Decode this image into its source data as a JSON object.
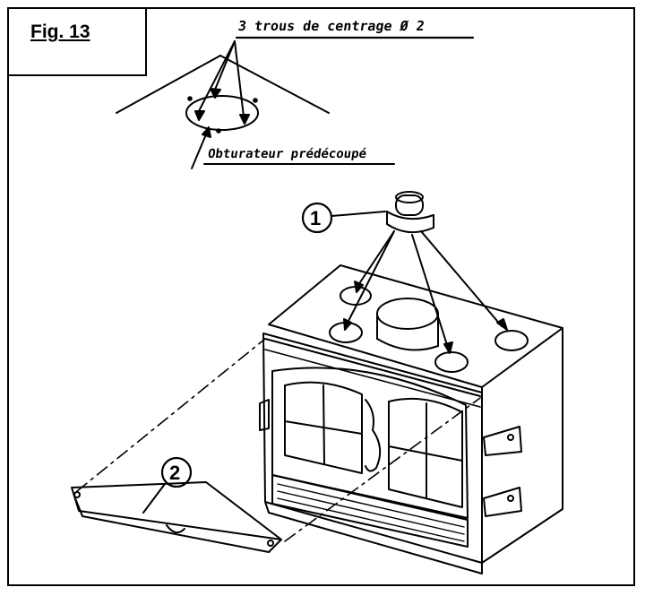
{
  "figure": {
    "label": "Fig. 13",
    "callouts": {
      "centering_holes": "3 trous de centrage Ø 2",
      "shutter": "Obturateur prédécoupé"
    },
    "parts": [
      {
        "number": "1"
      },
      {
        "number": "2"
      }
    ]
  }
}
